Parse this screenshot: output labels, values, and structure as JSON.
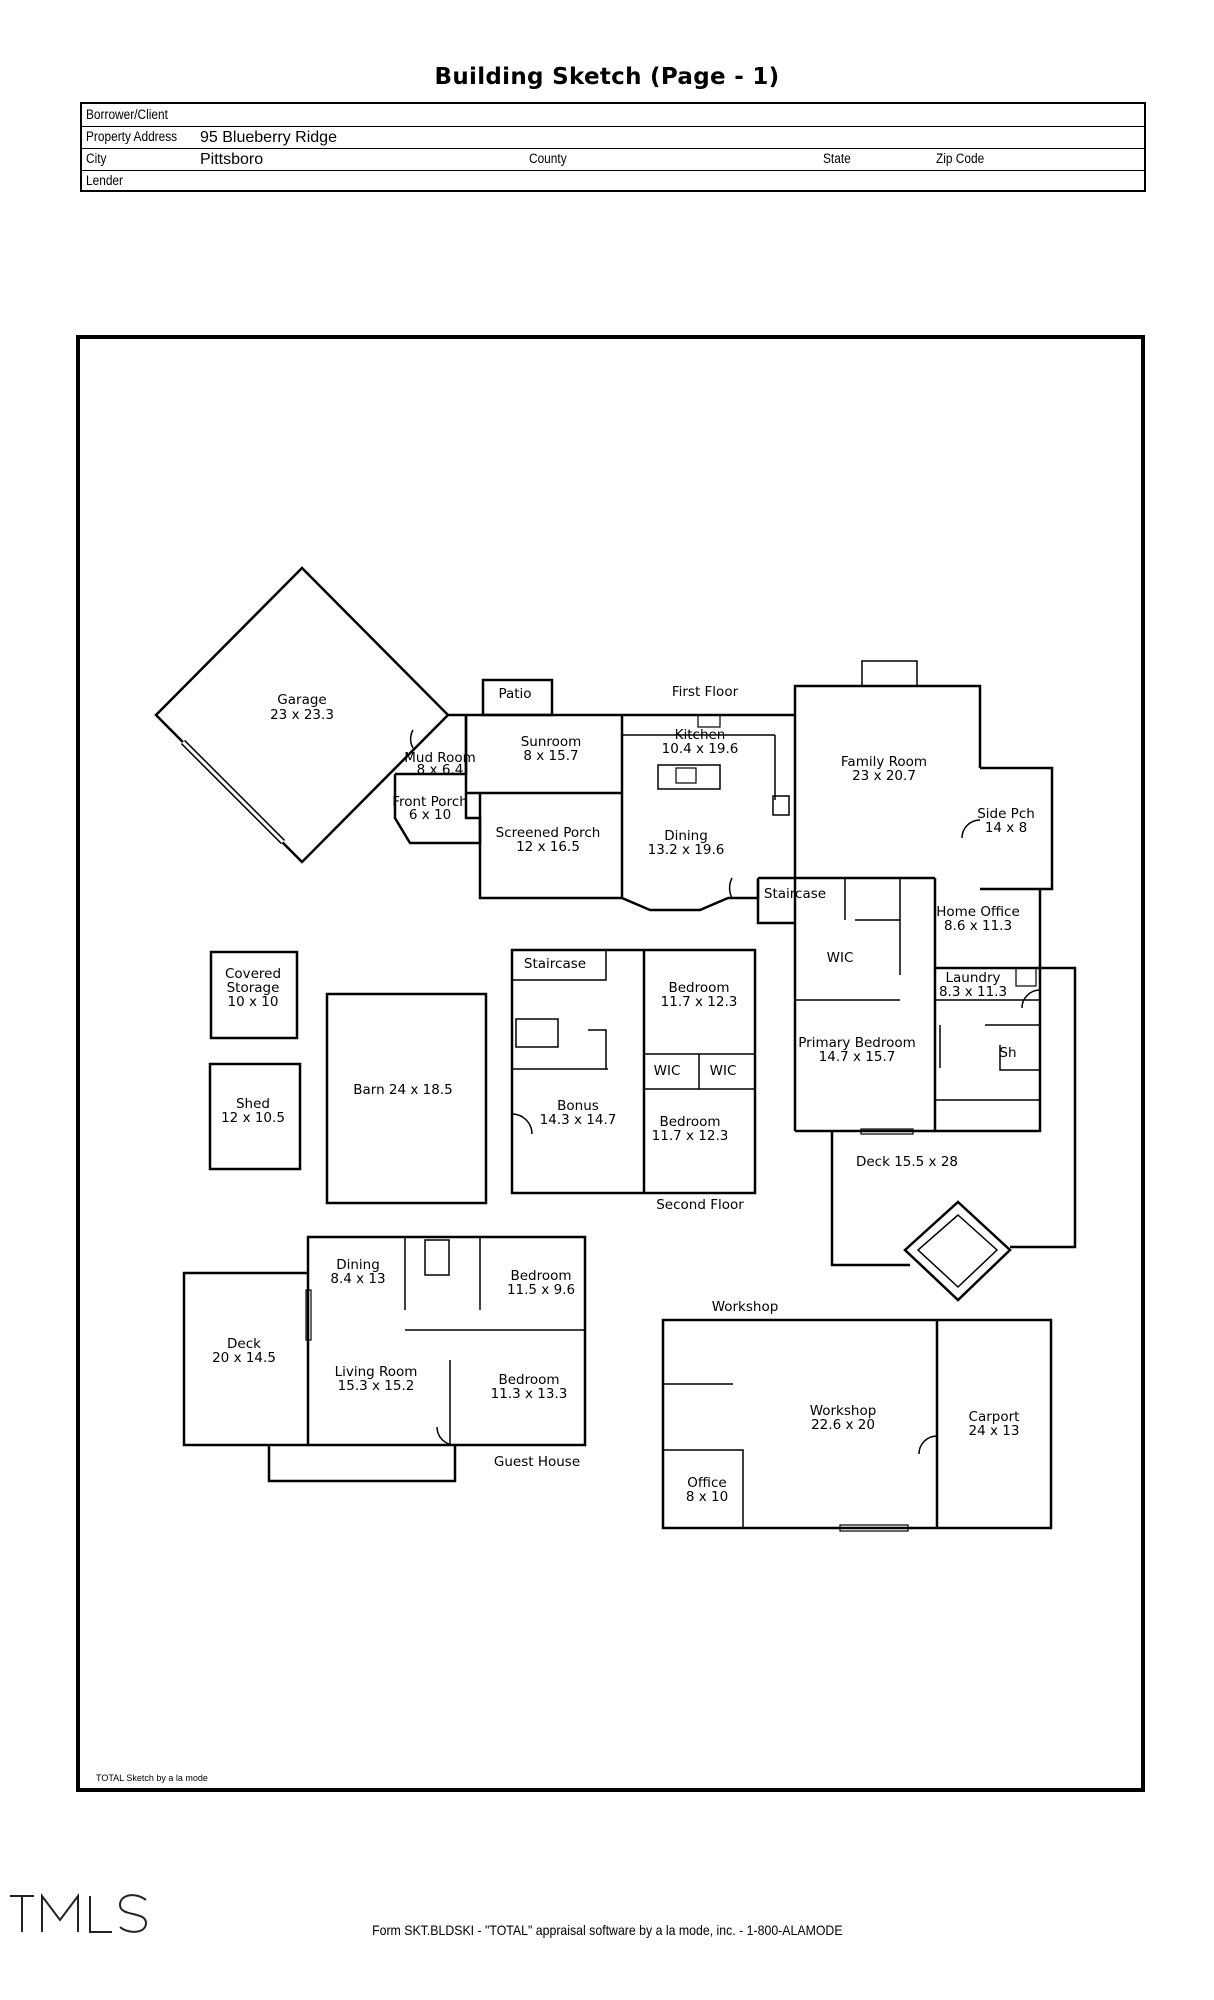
{
  "page": {
    "title": "Building Sketch (Page - 1)",
    "footer": "Form SKT.BLDSKI - \"TOTAL\" appraisal software by a la mode, inc. - 1-800-ALAMODE",
    "credit": "TOTAL Sketch by a la mode",
    "logo_text": "TMLS"
  },
  "header": {
    "borrower_label": "Borrower/Client",
    "borrower_value": "",
    "address_label": "Property Address",
    "address_value": "95 Blueberry Ridge",
    "city_label": "City",
    "city_value": "Pittsboro",
    "county_label": "County",
    "county_value": "",
    "state_label": "State",
    "state_value": "",
    "zip_label": "Zip Code",
    "zip_value": "",
    "lender_label": "Lender",
    "lender_value": ""
  },
  "sections": {
    "first_floor": "First Floor",
    "second_floor": "Second Floor",
    "guest_house": "Guest House",
    "workshop": "Workshop"
  },
  "rooms": {
    "garage": {
      "name": "Garage",
      "dims": "23 x 23.3"
    },
    "patio": {
      "name": "Patio",
      "dims": ""
    },
    "mud_room": {
      "name": "Mud Room",
      "dims": "8 x 6.4"
    },
    "front_porch": {
      "name": "Front Porch",
      "dims": "6 x 10"
    },
    "sunroom": {
      "name": "Sunroom",
      "dims": "8 x 15.7"
    },
    "screened_porch": {
      "name": "Screened Porch",
      "dims": "12 x 16.5"
    },
    "kitchen": {
      "name": "Kitchen",
      "dims": "10.4 x 19.6"
    },
    "dining_main": {
      "name": "Dining",
      "dims": "13.2 x 19.6"
    },
    "family_room": {
      "name": "Family Room",
      "dims": "23 x 20.7"
    },
    "side_pch": {
      "name": "Side Pch",
      "dims": "14 x 8"
    },
    "staircase_main": {
      "name": "Staircase",
      "dims": ""
    },
    "home_office": {
      "name": "Home Office",
      "dims": "8.6 x 11.3"
    },
    "wic_main": {
      "name": "WIC",
      "dims": ""
    },
    "laundry": {
      "name": "Laundry",
      "dims": "8.3 x 11.3"
    },
    "primary_bedroom": {
      "name": "Primary Bedroom",
      "dims": "14.7 x 15.7"
    },
    "sh": {
      "name": "Sh",
      "dims": ""
    },
    "deck_main": {
      "name": "Deck 15.5 x 28",
      "dims": ""
    },
    "covered_storage": {
      "name": "Covered Storage",
      "dims": "10 x 10"
    },
    "shed": {
      "name": "Shed",
      "dims": "12 x 10.5"
    },
    "barn": {
      "name": "Barn 24 x 18.5",
      "dims": ""
    },
    "staircase_2": {
      "name": "Staircase",
      "dims": ""
    },
    "bedroom_2a": {
      "name": "Bedroom",
      "dims": "11.7 x 12.3"
    },
    "wic_2a": {
      "name": "WIC",
      "dims": ""
    },
    "wic_2b": {
      "name": "WIC",
      "dims": ""
    },
    "bonus": {
      "name": "Bonus",
      "dims": "14.3 x 14.7"
    },
    "bedroom_2b": {
      "name": "Bedroom",
      "dims": "11.7 x 12.3"
    },
    "gh_dining": {
      "name": "Dining",
      "dims": "8.4 x 13"
    },
    "gh_bedroom_a": {
      "name": "Bedroom",
      "dims": "11.5 x 9.6"
    },
    "gh_deck": {
      "name": "Deck",
      "dims": "20 x 14.5"
    },
    "gh_living": {
      "name": "Living Room",
      "dims": "15.3 x 15.2"
    },
    "gh_bedroom_b": {
      "name": "Bedroom",
      "dims": "11.3 x 13.3"
    },
    "workshop": {
      "name": "Workshop",
      "dims": "22.6 x 20"
    },
    "carport": {
      "name": "Carport",
      "dims": "24 x 13"
    },
    "office": {
      "name": "Office",
      "dims": "8 x 10"
    }
  }
}
